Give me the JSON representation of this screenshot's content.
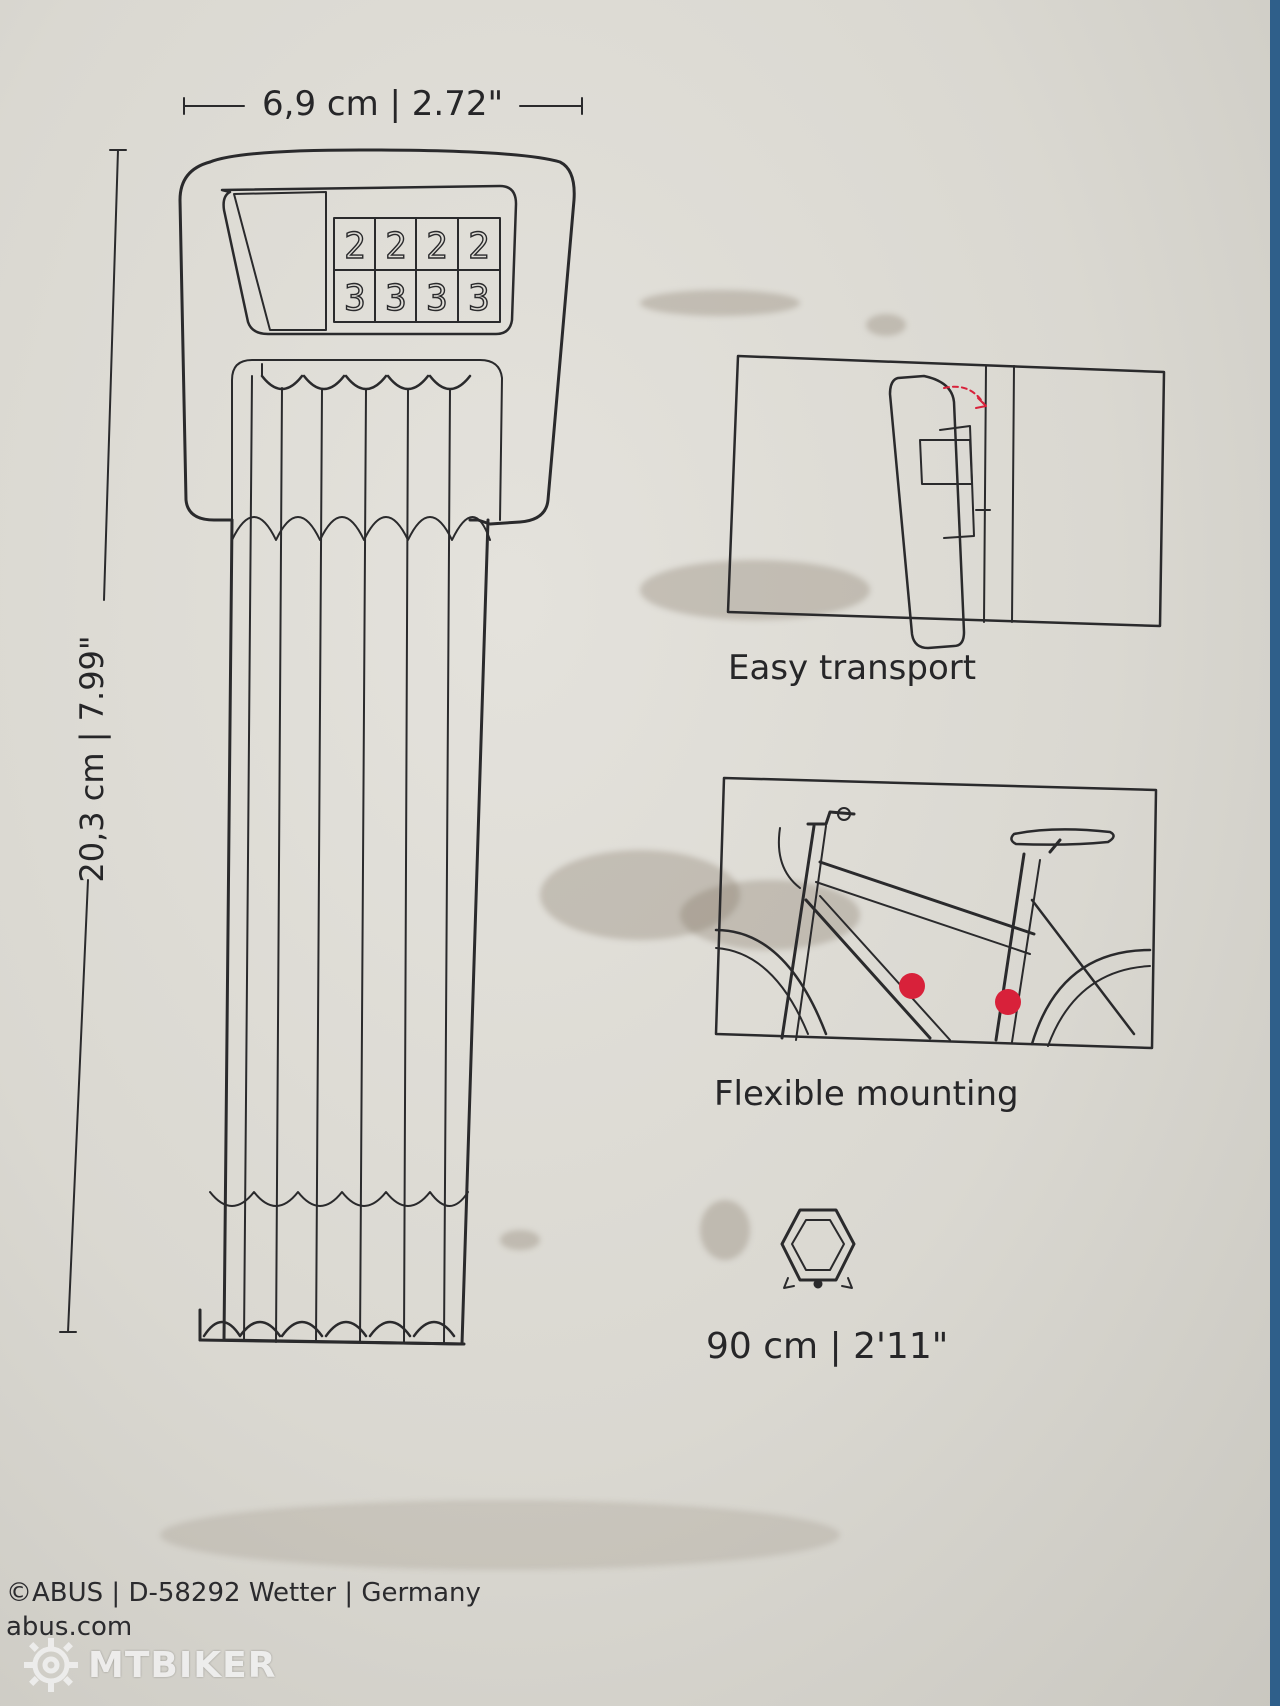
{
  "dimensions": {
    "width_label": "6,9 cm | 2.72\"",
    "height_label": "20,3 cm | 7.99\""
  },
  "lock_dials": {
    "top_row": [
      "2",
      "2",
      "2",
      "2"
    ],
    "bottom_row": [
      "3",
      "3",
      "3",
      "3"
    ]
  },
  "features": {
    "transport_caption": "Easy transport",
    "mounting_caption": "Flexible mounting",
    "cable_length": "90 cm | 2'11\""
  },
  "footer": {
    "brand_line": "©ABUS | D-58292 Wetter | Germany",
    "website": "abus.com"
  },
  "watermark": {
    "text": "MTBIKER"
  },
  "colors": {
    "line": "#2a2a2c",
    "mount_dot": "#d8213a",
    "arrow": "#d8213a"
  },
  "icons": {
    "hexagon": "folding-lock-hexagon-icon",
    "logo": "gear-logo-icon"
  }
}
